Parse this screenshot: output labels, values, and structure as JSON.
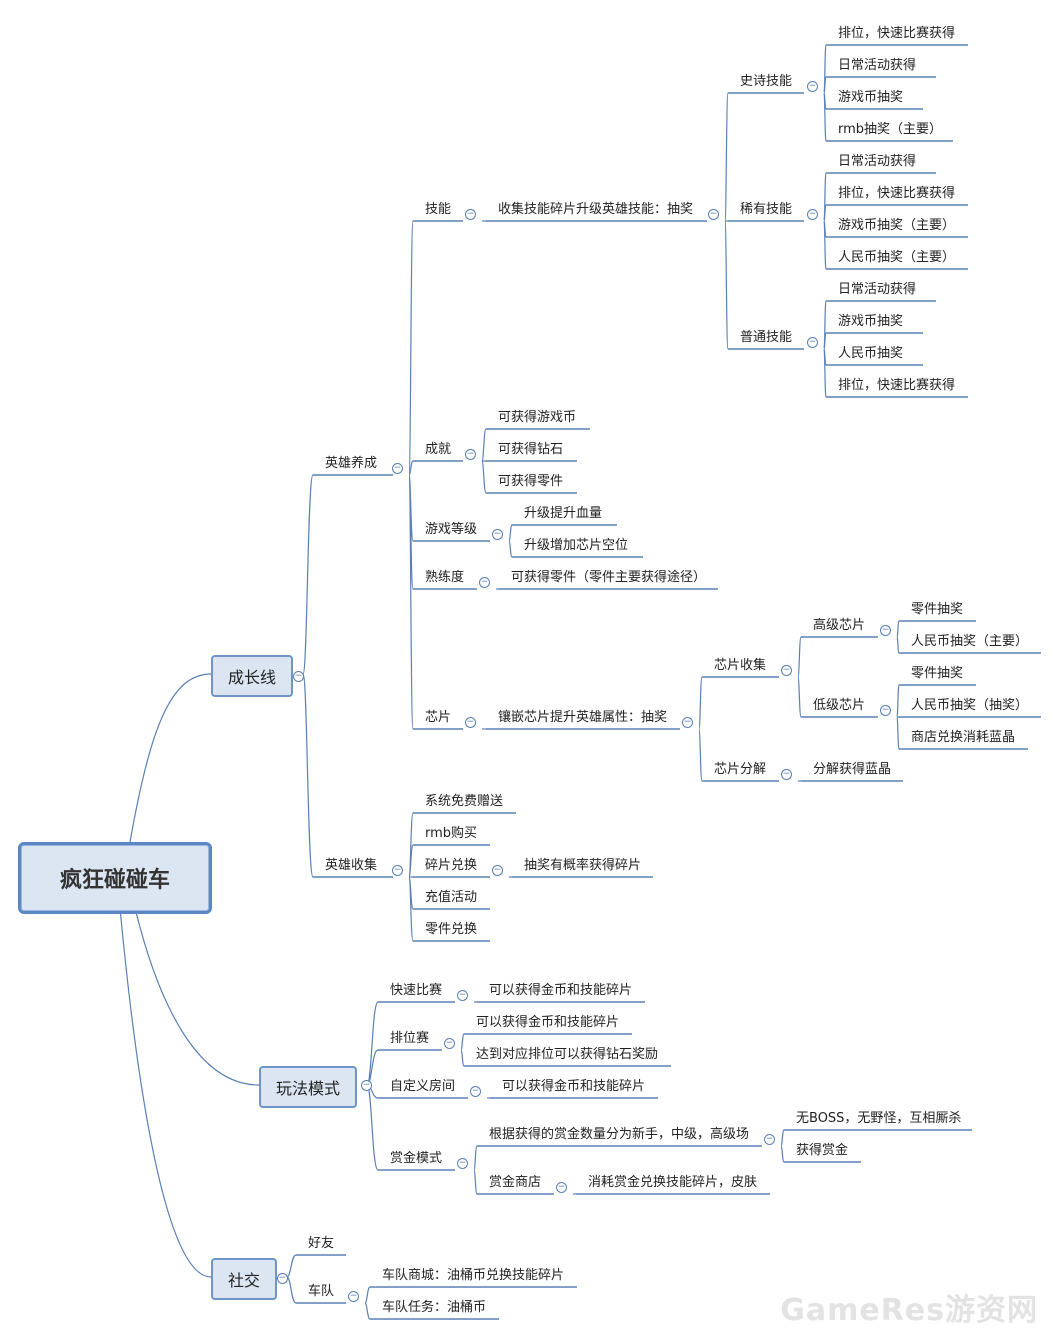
{
  "root": "疯狂碰碰车",
  "collapse_icon": "minus-circle-icon",
  "line_color": "#5a80b6",
  "box_fill": "#dce6f2",
  "watermark": "GameRes游资网",
  "nodes": {
    "growth": "成长线",
    "hero_dev": "英雄养成",
    "skill": "技能",
    "skill_desc": "收集技能碎片升级英雄技能：抽奖",
    "epic": "史诗技能",
    "epic_1": "排位，快速比赛获得",
    "epic_2": "日常活动获得",
    "epic_3": "游戏币抽奖",
    "epic_4": "rmb抽奖（主要）",
    "rare": "稀有技能",
    "rare_1": "日常活动获得",
    "rare_2": "排位，快速比赛获得",
    "rare_3": "游戏币抽奖（主要）",
    "rare_4": "人民币抽奖（主要）",
    "normal": "普通技能",
    "normal_1": "日常活动获得",
    "normal_2": "游戏币抽奖",
    "normal_3": "人民币抽奖",
    "normal_4": "排位，快速比赛获得",
    "achieve": "成就",
    "achieve_1": "可获得游戏币",
    "achieve_2": "可获得钻石",
    "achieve_3": "可获得零件",
    "level": "游戏等级",
    "level_1": "升级提升血量",
    "level_2": "升级增加芯片空位",
    "proficiency": "熟练度",
    "proficiency_1": "可获得零件（零件主要获得途径）",
    "chip": "芯片",
    "chip_desc": "镶嵌芯片提升英雄属性：抽奖",
    "chip_collect": "芯片收集",
    "chip_high": "高级芯片",
    "chip_high_1": "零件抽奖",
    "chip_high_2": "人民币抽奖（主要）",
    "chip_low": "低级芯片",
    "chip_low_1": "零件抽奖",
    "chip_low_2": "人民币抽奖（抽奖）",
    "chip_low_3": "商店兑换消耗蓝晶",
    "chip_split": "芯片分解",
    "chip_split_1": "分解获得蓝晶",
    "hero_collect": "英雄收集",
    "hc_1": "系统免费赠送",
    "hc_2": "rmb购买",
    "hc_3": "碎片兑换",
    "hc_3_1": "抽奖有概率获得碎片",
    "hc_4": "充值活动",
    "hc_5": "零件兑换",
    "modes": "玩法模式",
    "quick": "快速比赛",
    "quick_1": "可以获得金币和技能碎片",
    "ranked": "排位赛",
    "ranked_1": "可以获得金币和技能碎片",
    "ranked_2": "达到对应排位可以获得钻石奖励",
    "custom": "自定义房间",
    "custom_1": "可以获得金币和技能碎片",
    "bounty": "赏金模式",
    "bounty_1": "根据获得的赏金数量分为新手，中级，高级场",
    "bounty_1_1": "无BOSS，无野怪，互相厮杀",
    "bounty_1_2": "获得赏金",
    "bounty_shop": "赏金商店",
    "bounty_shop_1": "消耗赏金兑换技能碎片，皮肤",
    "social": "社交",
    "friends": "好友",
    "team": "车队",
    "team_1": "车队商城：油桶币兑换技能碎片",
    "team_2": "车队任务：油桶币"
  }
}
